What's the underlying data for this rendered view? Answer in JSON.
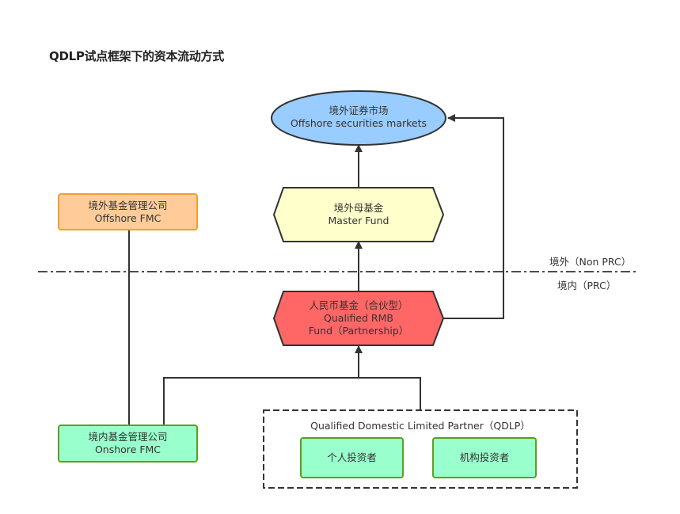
{
  "title": "QDLP试点框架下的资本流动方式",
  "colors": {
    "stroke": "#333333",
    "ellipse_fill": "#99ccff",
    "master_fill": "#ffffcc",
    "rmb_fill": "#ff6666",
    "offshore_fmc_fill": "#ffcc99",
    "offshore_fmc_border": "#f0a030",
    "green_fill": "#99ffcc",
    "green_border": "#5aa01e"
  },
  "nodes": {
    "offshore_market": {
      "zh": "境外证券市场",
      "en": "Offshore securities markets"
    },
    "master_fund": {
      "zh": "境外母基金",
      "en": "Master Fund"
    },
    "rmb_fund": {
      "zh": "人民币基金（合伙型）",
      "en1": "Qualified RMB",
      "en2": "Fund（Partnership）"
    },
    "offshore_fmc": {
      "zh": "境外基金管理公司",
      "en": "Offshore FMC"
    },
    "onshore_fmc": {
      "zh": "境内基金管理公司",
      "en": "Onshore FMC"
    },
    "qdlp_group": {
      "label": "Qualified Domestic Limited Partner（QDLP）"
    },
    "individual_investor": {
      "zh": "个人投资者"
    },
    "institutional_investor": {
      "zh": "机构投资者"
    }
  },
  "regions": {
    "offshore": "境外（Non PRC）",
    "onshore": "境内（PRC）"
  }
}
